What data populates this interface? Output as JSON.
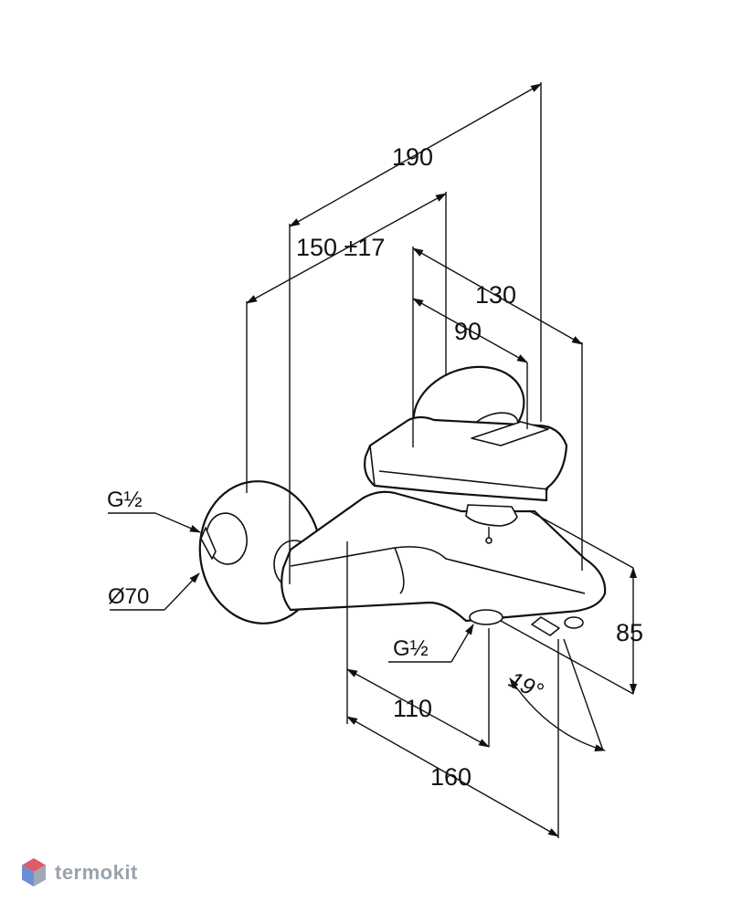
{
  "dimensions": {
    "d190": "190",
    "d150": "150 ±17",
    "d130": "130",
    "d90": "90",
    "d85": "85",
    "d110": "110",
    "d160": "160",
    "angle": "19°"
  },
  "threads": {
    "inlet": "G½",
    "outlet": "G½"
  },
  "diameter": "Ø70",
  "watermark": {
    "text": "termokit",
    "colors": {
      "top": "#e05a6a",
      "left": "#6b8fd6",
      "right": "#a1a9b4"
    }
  }
}
